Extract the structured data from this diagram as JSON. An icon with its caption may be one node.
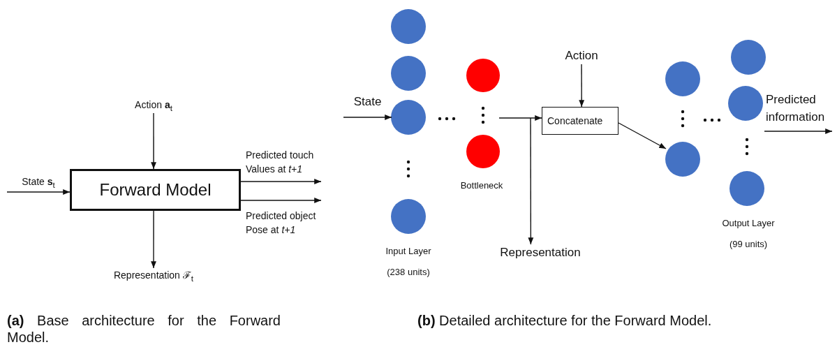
{
  "diagram": {
    "nodes": [
      {
        "text": [
          "State **s**$_{t}$"
        ]
      },
      {
        "text": [
          "Action **a**$_{t}$"
        ]
      },
      {
        "text": [
          "Forward Model"
        ]
      },
      {
        "text": [
          "Predicted touch Values at *t+1*"
        ]
      },
      {
        "text": [
          "Predicted object Pose at *t+1*"
        ]
      },
      {
        "text": [
          "Representation ℱ$_{t}$"
        ]
      },
      {
        "text": [],
        "shape": "circle"
      },
      {
        "text": [],
        "shape": "circle"
      },
      {
        "text": [],
        "shape": "circle"
      },
      {
        "text": [],
        "shape": "circle"
      },
      {
        "text": [],
        "shape": "circle"
      },
      {
        "text": [],
        "shape": "circle"
      },
      {
        "text": [
          "Action"
        ]
      },
      {
        "text": [
          "Concatenate"
        ]
      },
      {
        "text": [
          "Representation"
        ]
      },
      {
        "text": [],
        "shape": "circle"
      },
      {
        "text": [],
        "shape": "circle"
      },
      {
        "text": [],
        "shape": "circle"
      },
      {
        "text": [],
        "shape": "circle"
      },
      {
        "text": [],
        "shape": "circle"
      },
      {
        "text": [
          "Predicted information"
        ]
      }
    ],
    "edges": [
      {
        "from": 0,
        "to": 2,
        "arrow": "to"
      },
      {
        "from": 1,
        "to": 2,
        "arrow": "to"
      },
      {
        "from": 2,
        "to": 3,
        "arrow": "to"
      },
      {
        "from": 2,
        "to": 4,
        "arrow": "to"
      },
      {
        "from": 2,
        "to": 5,
        "arrow": "to"
      },
      {
        "from": null,
        "to": 8,
        "arrow": "to",
        "label": "State"
      },
      {
        "from": null,
        "to": 13,
        "arrow": "to"
      },
      {
        "from": null,
        "to": 14,
        "arrow": "to"
      },
      {
        "from": 12,
        "to": 13,
        "arrow": "to"
      },
      {
        "from": 13,
        "to": 16,
        "arrow": "to"
      },
      {
        "from": null,
        "to": 20,
        "arrow": "to"
      }
    ],
    "labels": [
      "Input Layer",
      "(238 units)",
      "Bottleneck",
      "Output Layer",
      "(99 units)",
      "**(a)** Base architecture for the Forward Model.",
      "**(b)** Detailed architecture for the Forward Model."
    ]
  }
}
